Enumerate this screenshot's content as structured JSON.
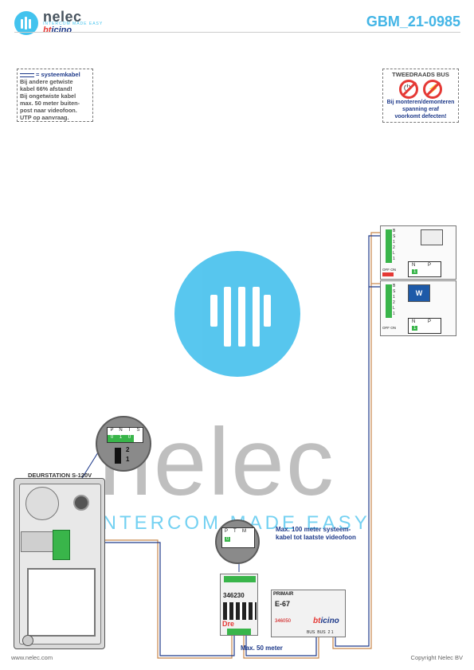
{
  "header": {
    "brand_name": "nelec",
    "brand_tagline": "INTERCOM MADE EASY",
    "brand_sub_prefix": "bt",
    "brand_sub_suffix": "icino",
    "doc_code": "GBM_21-0985"
  },
  "cable_note": {
    "title": "= systeemkabel",
    "lines": [
      "Bij andere getwiste",
      "kabel 66% afstand!",
      "Bij ongetwiste kabel",
      "max. 50 meter buiten-",
      "post naar videofoon.",
      "UTP op aanvraag."
    ]
  },
  "warning": {
    "title": "TWEEDRAADS BUS",
    "lines": [
      "Bij monteren/demonteren",
      "spanning eraf",
      "voorkomt defecten!"
    ]
  },
  "watermark": {
    "word": "nelec",
    "tagline": "INTERCOM MADE EASY"
  },
  "door_station": {
    "label": "DEURSTATION S-120V"
  },
  "magnifier_top": {
    "headers": [
      "P",
      "N",
      "T",
      "S"
    ],
    "values": [
      "0",
      "1",
      "0"
    ],
    "switch_labels": [
      "2",
      "1"
    ]
  },
  "magnifier_bottom": {
    "headers": [
      "P",
      "T",
      "M"
    ],
    "value": "0"
  },
  "notes": {
    "max_100": [
      "Max. 100 meter systeem-",
      "kabel tot laatste videofoon"
    ],
    "max_50": "Max. 50 meter"
  },
  "interface": {
    "model": "346230",
    "brand": "Dre"
  },
  "power_supply": {
    "label": "PRIMAIR",
    "model": "E-67",
    "code": "346050",
    "brand_prefix": "bt",
    "brand_suffix": "icino",
    "terminals": [
      "BUS",
      "BUS",
      "2 1"
    ]
  },
  "monitors": [
    {
      "terminals": [
        "B",
        "S",
        "1",
        "2",
        "L",
        "1"
      ],
      "cfg_headers": [
        "N",
        "P"
      ],
      "cfg_value": "1",
      "switch": "OFF ON"
    },
    {
      "terminals": [
        "B",
        "S",
        "1",
        "2",
        "L",
        "1"
      ],
      "cfg_headers": [
        "N",
        "P"
      ],
      "cfg_value": "1",
      "switch": "OFF ON",
      "badge": "W"
    }
  ],
  "footer": {
    "left": "www.nelec.com",
    "right": "Copyright Nelec BV"
  },
  "colors": {
    "accent": "#43c3ee",
    "cable_blue": "#1e3a8a",
    "cable_orange": "#c8864a",
    "terminal_green": "#39b54a",
    "warning_red": "#e53935"
  }
}
